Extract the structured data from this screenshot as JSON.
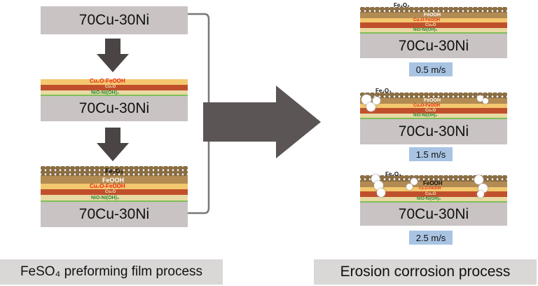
{
  "alloy": "70Cu-30Ni",
  "layers": {
    "fe2o3": "Fe₂O₃",
    "feooh": "FeOOH",
    "cu2o_feooh": "Cu₂O-FeOOH",
    "cu2o": "Cu₂O",
    "nio": "NiO-Ni(OH)₂"
  },
  "speeds": [
    "0.5 m/s",
    "1.5 m/s",
    "2.5 m/s"
  ],
  "captions": {
    "left": "FeSO₄ preforming film process",
    "right": "Erosion corrosion process"
  },
  "colors": {
    "substrate": "#c9c3c3",
    "arrow": "#4a4444",
    "cu2o_feooh_text": "#e8261c",
    "nio_text": "#1f8a3a",
    "speed_box": "#a9c4e3"
  }
}
